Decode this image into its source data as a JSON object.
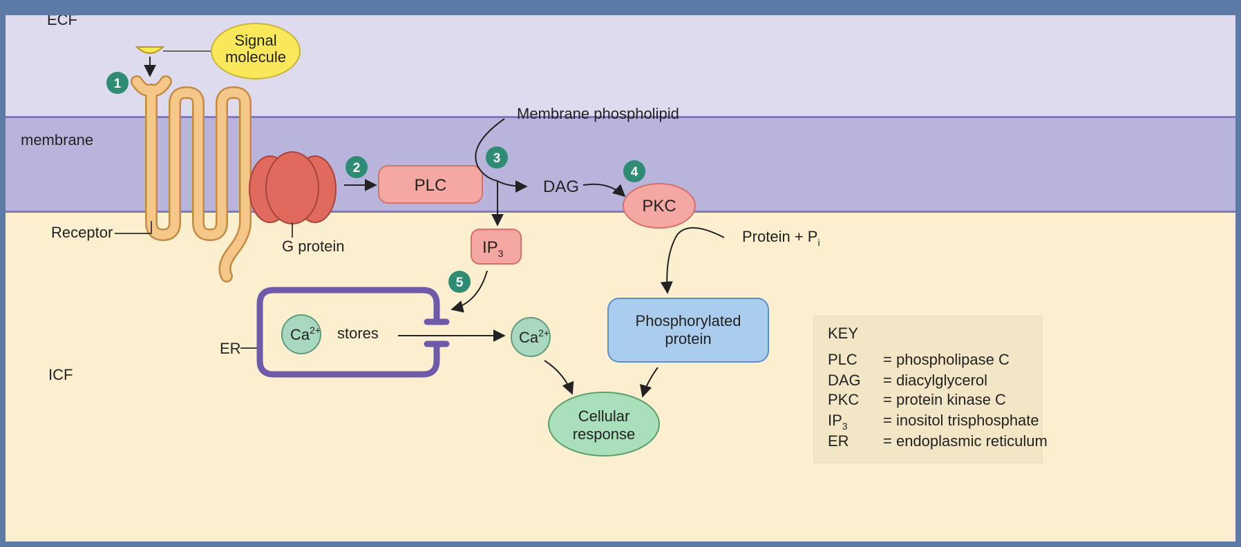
{
  "regions": {
    "ecf": "ECF",
    "membrane": "membrane",
    "icf": "ICF"
  },
  "labels": {
    "signal_molecule_line1": "Signal",
    "signal_molecule_line2": "molecule",
    "receptor": "Receptor",
    "g_protein": "G protein",
    "membrane_phospholipid": "Membrane phospholipid",
    "plc": "PLC",
    "dag": "DAG",
    "pkc": "PKC",
    "ip3_main": "IP",
    "ip3_sub": "3",
    "protein_pi_main": "Protein + P",
    "protein_pi_sub": "i",
    "er": "ER",
    "ca_left": "Ca",
    "ca_left_sup": "2+",
    "stores": "stores",
    "ca_right": "Ca",
    "ca_right_sup": "2+",
    "phospho_line1": "Phosphorylated",
    "phospho_line2": "protein",
    "cellular_line1": "Cellular",
    "cellular_line2": "response"
  },
  "steps": [
    "1",
    "2",
    "3",
    "4",
    "5"
  ],
  "key": {
    "title": "KEY",
    "entries": [
      {
        "abbr": "PLC",
        "abbr_sub": "",
        "def": "= phospholipase C"
      },
      {
        "abbr": "DAG",
        "abbr_sub": "",
        "def": "= diacylglycerol"
      },
      {
        "abbr": "PKC",
        "abbr_sub": "",
        "def": "= protein kinase C"
      },
      {
        "abbr": "IP",
        "abbr_sub": "3",
        "def": "= inositol trisphosphate"
      },
      {
        "abbr": "ER",
        "abbr_sub": "",
        "def": "= endoplasmic reticulum"
      }
    ]
  },
  "colors": {
    "step_badge": "#2e8b74",
    "enzyme_fill": "#f4a7a3",
    "enzyme_stroke": "#d86f6a",
    "gprotein_fill": "#e06a5e",
    "receptor_fill": "#f5c88a",
    "calcium_fill": "#a8d8bd",
    "phospho_fill": "#aacdee",
    "cellular_fill": "#a9dfba",
    "er_stroke": "#6e5aa8",
    "signal_fill": "#fbe85a"
  }
}
